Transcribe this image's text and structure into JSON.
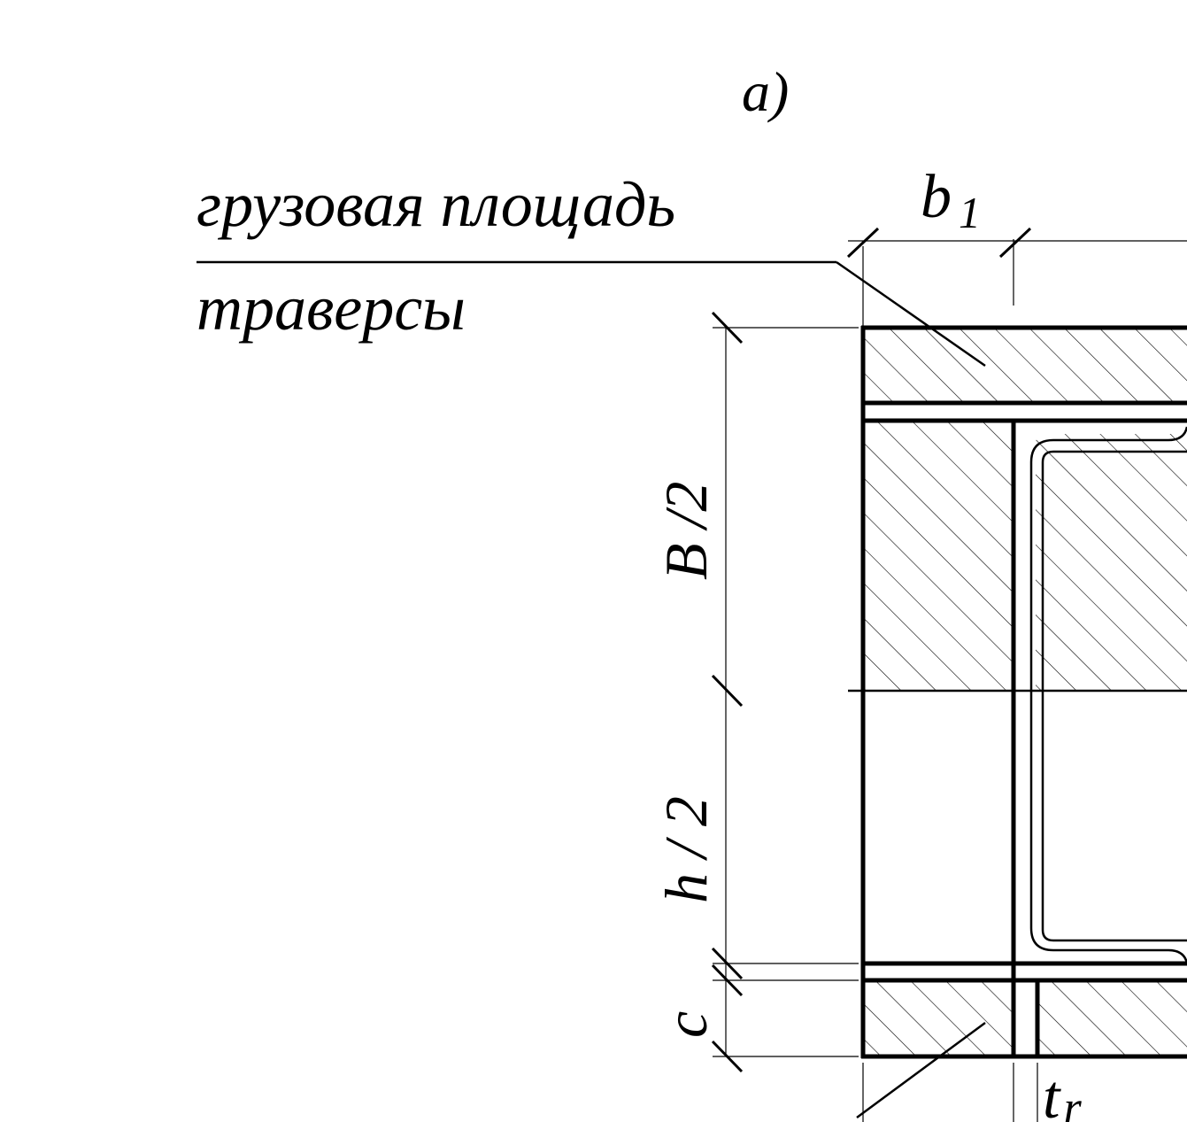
{
  "figure": {
    "label": "а)",
    "caption_line1": "грузовая площадь",
    "caption_line2": "траверсы"
  },
  "dimensions": {
    "b1": {
      "main": "b",
      "sub": "1"
    },
    "half_B": "B /2",
    "half_h": "h / 2",
    "c": "c",
    "tr": {
      "main": "t",
      "sub": "r"
    }
  }
}
